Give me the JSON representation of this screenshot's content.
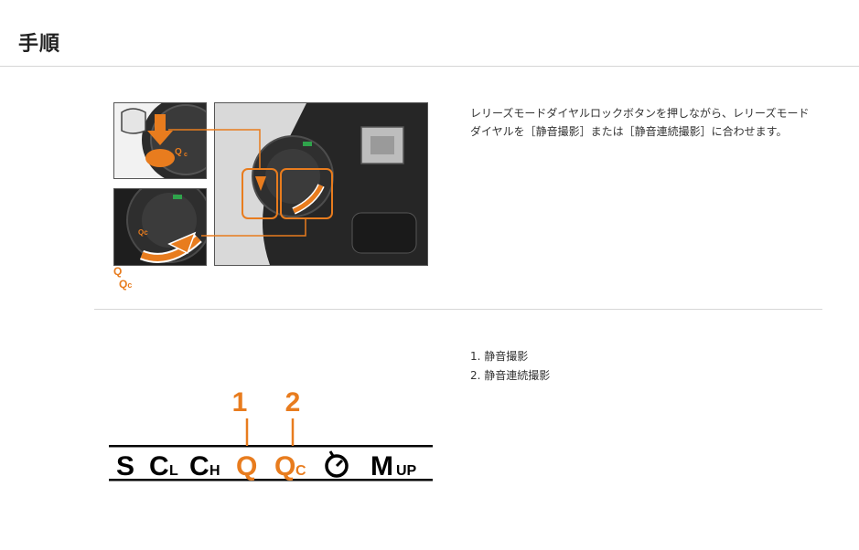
{
  "header": {
    "title": "手順"
  },
  "step": {
    "text": "レリーズモードダイヤルロックボタンを押しながら、レリーズモードダイヤルを［静音撮影］または［静音連続撮影］に合わせます。",
    "caption_q": "Q",
    "caption_qc_main": "Q",
    "caption_qc_sub": "c"
  },
  "dial": {
    "markers": [
      "1",
      "2"
    ],
    "modes": [
      "S",
      "CL",
      "CH",
      "Q",
      "Qc",
      "ʘ",
      "MUP"
    ],
    "highlight_color": "#e87c1e"
  },
  "result": {
    "items": [
      "1. 静音撮影",
      "2. 静音連続撮影"
    ]
  },
  "colors": {
    "accent": "#e87c1e",
    "rule": "#d6d6d6",
    "text": "#333333"
  }
}
